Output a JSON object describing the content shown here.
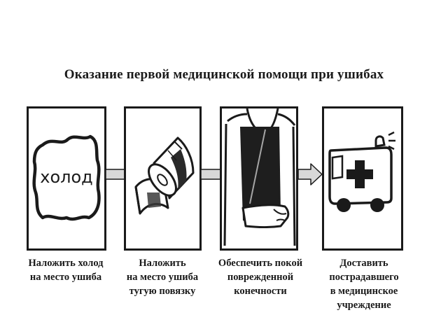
{
  "title": "Оказание первой медицинской помощи при ушибах",
  "steps": [
    {
      "caption": "Наложить холод\nна место ушиба",
      "icon": "cold-pack-icon",
      "label": "холод"
    },
    {
      "caption": "Наложить\nна место ушиба\nтугую повязку",
      "icon": "bandage-roll-icon"
    },
    {
      "caption": "Обеспечить покой\nповрежденной\nконечности",
      "icon": "arm-sling-icon"
    },
    {
      "caption": "Доставить\nпострадавшего\nв медицинское учреждение",
      "icon": "ambulance-icon"
    }
  ],
  "colors": {
    "ink": "#1a1a1a",
    "arrow_fill": "#d8d8d8"
  }
}
